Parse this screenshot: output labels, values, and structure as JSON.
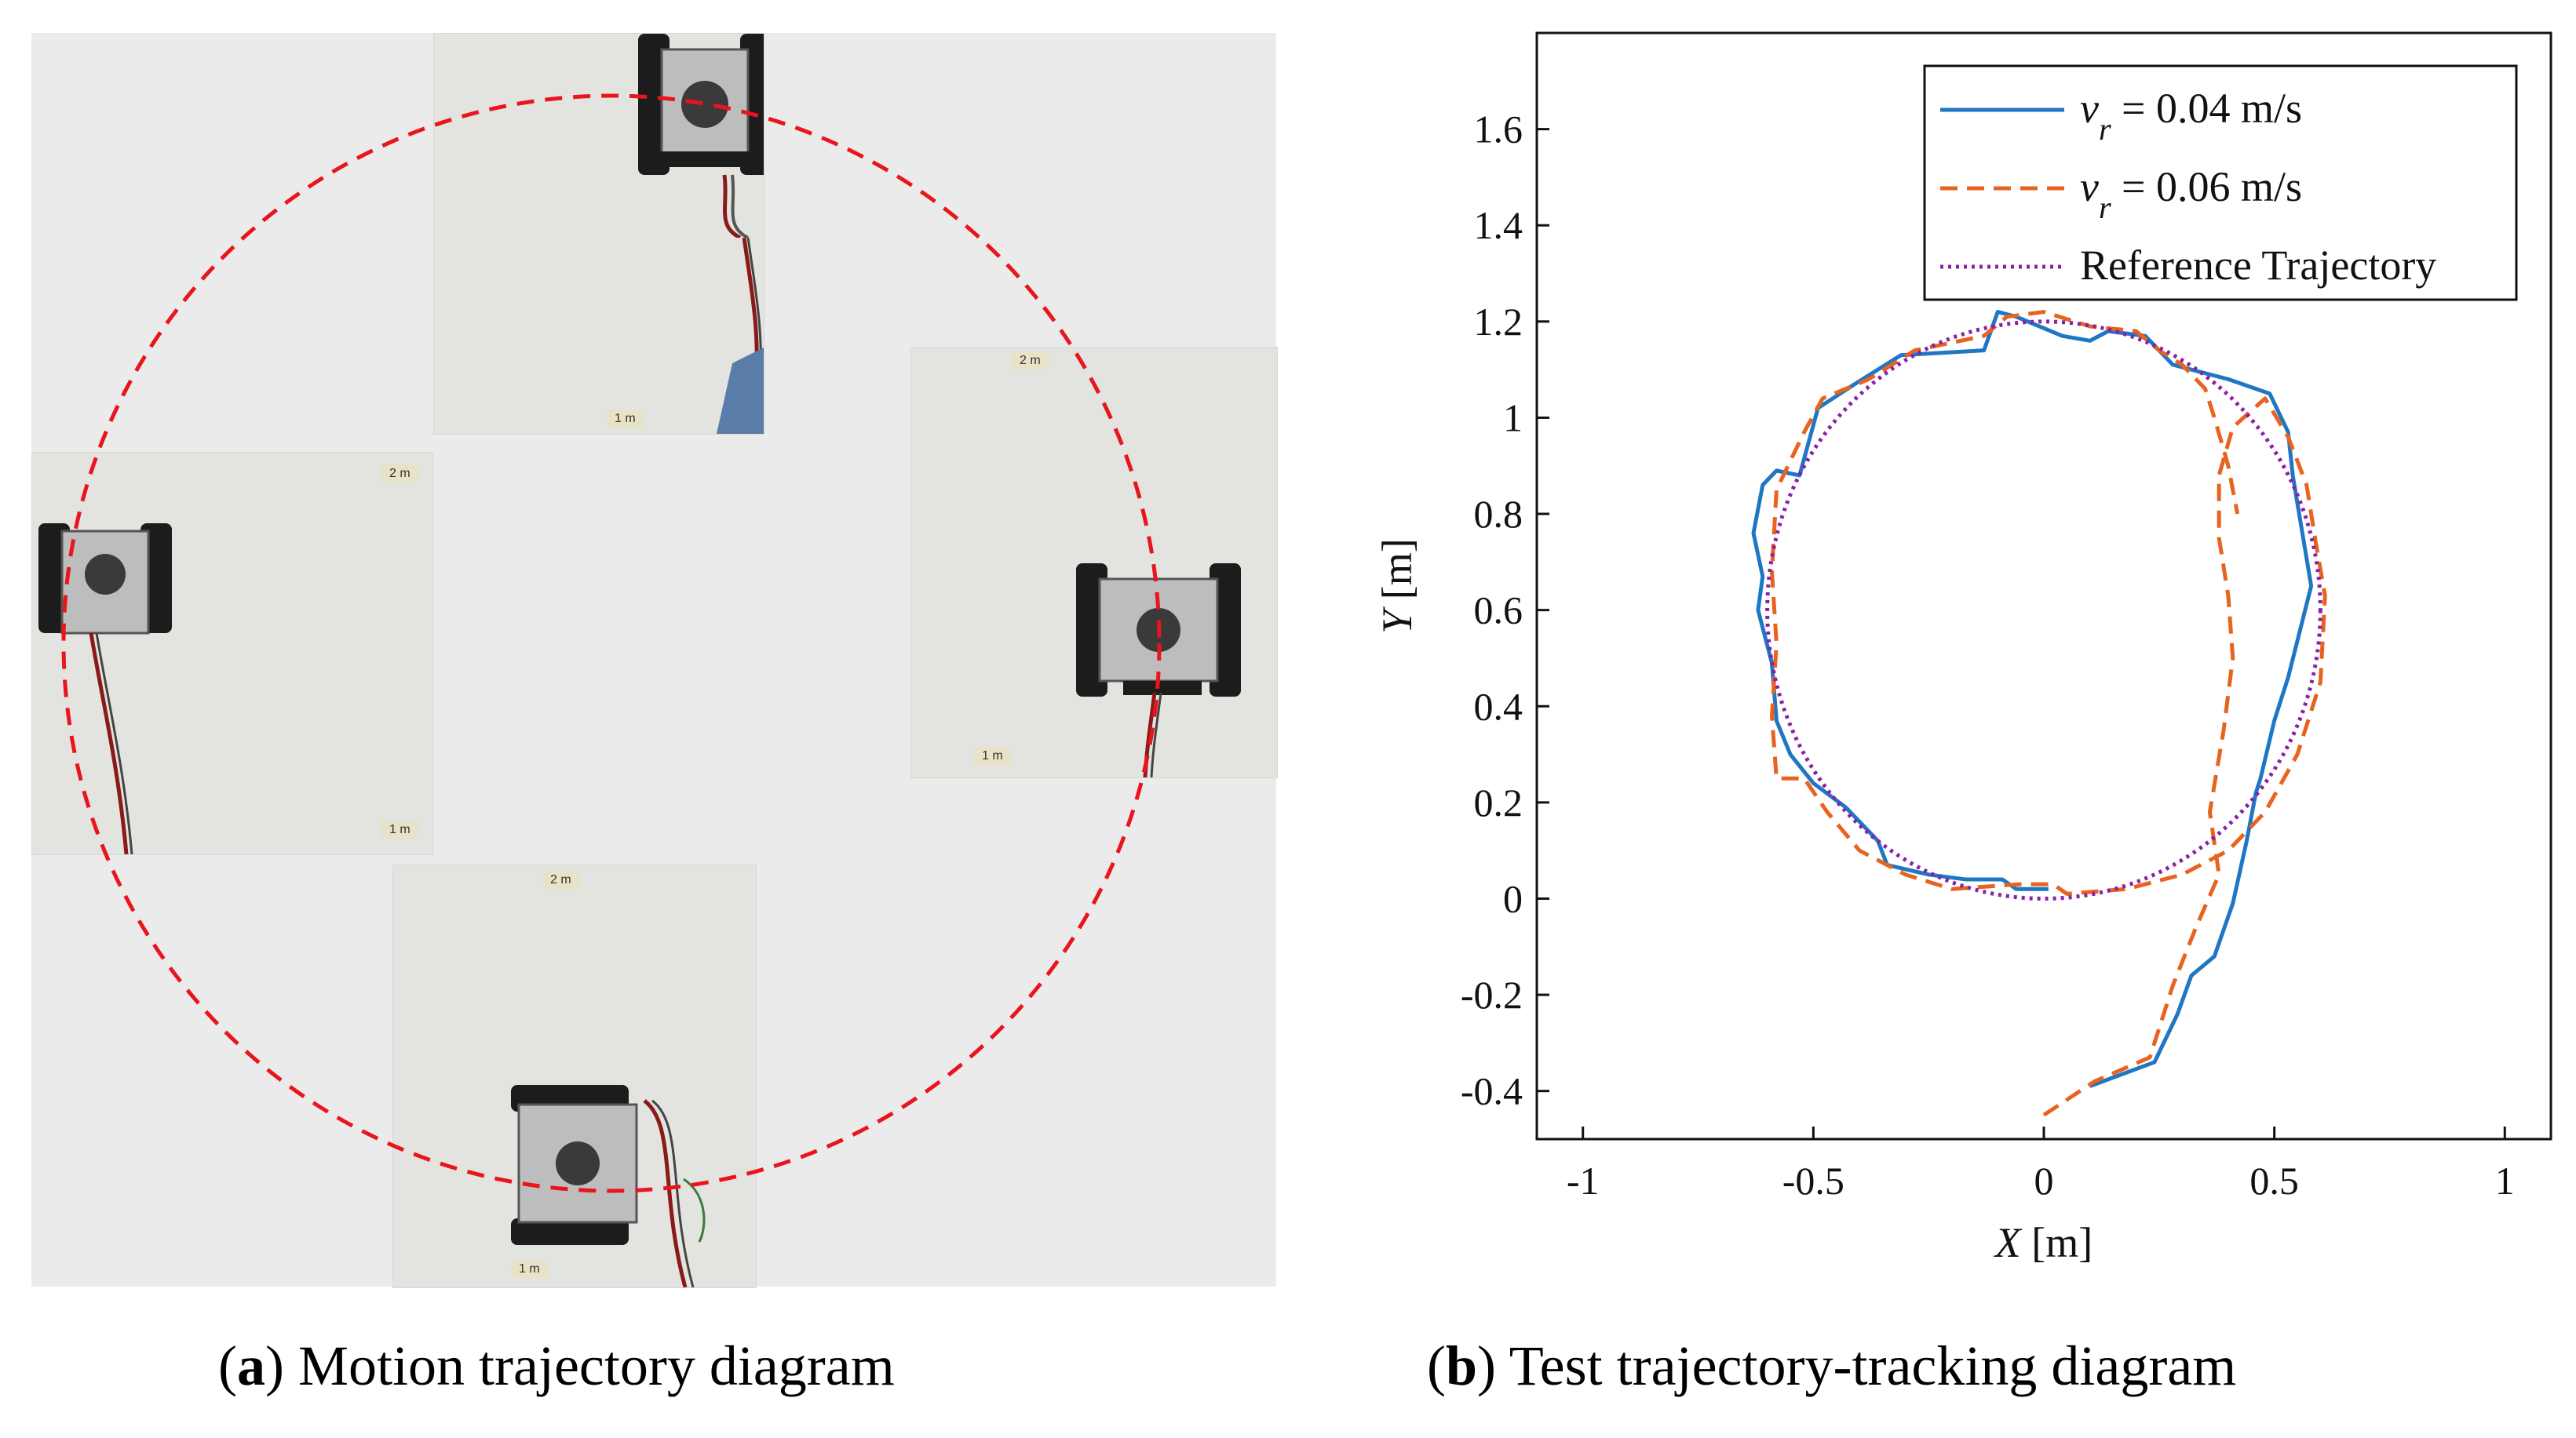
{
  "panel_a": {
    "caption_letter": "a",
    "caption_text": "Motion trajectory diagram",
    "photo_labels": {
      "top_scale": "1 m",
      "right_scale_top": "2 m",
      "right_scale_bottom": "1 m",
      "left_scale_top": "2 m",
      "left_scale_bottom": "1 m",
      "bottom_scale_top": "2 m",
      "bottom_scale_bottom": "1 m"
    },
    "colors": {
      "path": "#e8151c",
      "floor": "#ebebeb"
    }
  },
  "panel_b": {
    "caption_letter": "b",
    "caption_text": "Test trajectory-tracking diagram"
  },
  "chart_data": {
    "type": "line",
    "xlabel_var": "X",
    "xlabel_unit": "[m]",
    "ylabel_var": "Y",
    "ylabel_unit": "[m]",
    "xlim": [
      -1.1,
      1.1
    ],
    "ylim": [
      -0.5,
      1.8
    ],
    "xticks": [
      -1,
      -0.5,
      0,
      0.5,
      1
    ],
    "xtick_labels": [
      "-1",
      "-0.5",
      "0",
      "0.5",
      "1"
    ],
    "yticks": [
      -0.4,
      -0.2,
      0,
      0.2,
      0.4,
      0.6,
      0.8,
      1,
      1.2,
      1.4,
      1.6
    ],
    "ytick_labels": [
      "-0.4",
      "-0.2",
      "0",
      "0.2",
      "0.4",
      "0.6",
      "0.8",
      "1",
      "1.2",
      "1.4",
      "1.6"
    ],
    "grid": false,
    "legend_position": "top-right",
    "series": [
      {
        "name_var": "v",
        "name_sub": "r",
        "name_rest": " = 0.04 m/s",
        "color": "#1f77c4",
        "style": "solid",
        "points": [
          [
            0.1,
            -0.39
          ],
          [
            0.24,
            -0.34
          ],
          [
            0.29,
            -0.24
          ],
          [
            0.32,
            -0.16
          ],
          [
            0.37,
            -0.12
          ],
          [
            0.41,
            -0.01
          ],
          [
            0.44,
            0.12
          ],
          [
            0.46,
            0.22
          ],
          [
            0.47,
            0.25
          ],
          [
            0.5,
            0.37
          ],
          [
            0.53,
            0.46
          ],
          [
            0.58,
            0.65
          ],
          [
            0.54,
            0.88
          ],
          [
            0.53,
            0.97
          ],
          [
            0.49,
            1.05
          ],
          [
            0.4,
            1.08
          ],
          [
            0.28,
            1.11
          ],
          [
            0.22,
            1.17
          ],
          [
            0.14,
            1.18
          ],
          [
            0.1,
            1.16
          ],
          [
            0.04,
            1.17
          ],
          [
            -0.06,
            1.21
          ],
          [
            -0.1,
            1.22
          ],
          [
            -0.13,
            1.14
          ],
          [
            -0.31,
            1.13
          ],
          [
            -0.41,
            1.07
          ],
          [
            -0.49,
            1.02
          ],
          [
            -0.53,
            0.88
          ],
          [
            -0.58,
            0.89
          ],
          [
            -0.61,
            0.86
          ],
          [
            -0.63,
            0.76
          ],
          [
            -0.61,
            0.67
          ],
          [
            -0.62,
            0.6
          ],
          [
            -0.59,
            0.49
          ],
          [
            -0.58,
            0.37
          ],
          [
            -0.55,
            0.3
          ],
          [
            -0.5,
            0.24
          ],
          [
            -0.43,
            0.19
          ],
          [
            -0.36,
            0.12
          ],
          [
            -0.34,
            0.07
          ],
          [
            -0.25,
            0.05
          ],
          [
            -0.17,
            0.04
          ],
          [
            -0.09,
            0.04
          ],
          [
            -0.06,
            0.02
          ],
          [
            0.01,
            0.02
          ]
        ]
      },
      {
        "name_var": "v",
        "name_sub": "r",
        "name_rest": " = 0.06 m/s",
        "color": "#e8631f",
        "style": "dashed",
        "points": [
          [
            0.0,
            -0.45
          ],
          [
            0.11,
            -0.38
          ],
          [
            0.23,
            -0.33
          ],
          [
            0.28,
            -0.18
          ],
          [
            0.33,
            -0.06
          ],
          [
            0.38,
            0.05
          ],
          [
            0.36,
            0.18
          ],
          [
            0.39,
            0.35
          ],
          [
            0.41,
            0.5
          ],
          [
            0.4,
            0.63
          ],
          [
            0.38,
            0.75
          ],
          [
            0.38,
            0.88
          ],
          [
            0.41,
            0.98
          ],
          [
            0.48,
            1.04
          ],
          [
            0.53,
            0.96
          ],
          [
            0.57,
            0.86
          ],
          [
            0.59,
            0.74
          ],
          [
            0.61,
            0.63
          ],
          [
            0.6,
            0.45
          ],
          [
            0.55,
            0.3
          ],
          [
            0.48,
            0.18
          ],
          [
            0.4,
            0.1
          ],
          [
            0.3,
            0.05
          ],
          [
            0.18,
            0.02
          ],
          [
            0.05,
            0.01
          ],
          [
            0.02,
            0.03
          ],
          [
            -0.05,
            0.03
          ],
          [
            -0.2,
            0.02
          ],
          [
            -0.3,
            0.05
          ],
          [
            -0.4,
            0.1
          ],
          [
            -0.47,
            0.18
          ],
          [
            -0.52,
            0.25
          ],
          [
            -0.58,
            0.25
          ],
          [
            -0.59,
            0.38
          ],
          [
            -0.58,
            0.53
          ],
          [
            -0.59,
            0.68
          ],
          [
            -0.58,
            0.85
          ],
          [
            -0.52,
            0.97
          ],
          [
            -0.48,
            1.04
          ],
          [
            -0.38,
            1.08
          ],
          [
            -0.28,
            1.14
          ],
          [
            -0.13,
            1.17
          ],
          [
            -0.08,
            1.21
          ],
          [
            0.0,
            1.22
          ],
          [
            0.1,
            1.19
          ],
          [
            0.2,
            1.18
          ],
          [
            0.25,
            1.14
          ],
          [
            0.3,
            1.11
          ],
          [
            0.35,
            1.06
          ],
          [
            0.37,
            1.0
          ],
          [
            0.4,
            0.9
          ],
          [
            0.42,
            0.8
          ]
        ]
      },
      {
        "name": "Reference Trajectory",
        "color": "#8b1fa9",
        "style": "dotted",
        "circle": {
          "cx": 0.0,
          "cy": 0.6,
          "r": 0.6
        }
      }
    ]
  }
}
